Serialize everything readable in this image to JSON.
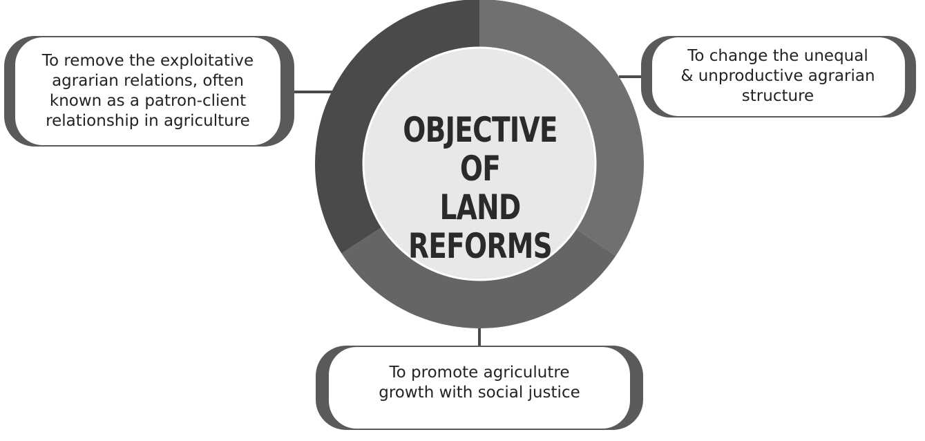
{
  "diagram": {
    "center": {
      "title_lines": [
        "OBJECTIVE OF",
        "LAND REFORMS"
      ]
    },
    "objectives": {
      "left": {
        "lines": [
          "To remove the exploitative",
          "agrarian relations, often",
          "known as a patron-client",
          "relationship in agriculture"
        ]
      },
      "right": {
        "lines": [
          "To change the unequal",
          "& unproductive agrarian",
          "structure"
        ]
      },
      "bottom": {
        "lines": [
          "To promote agriculutre",
          "growth with social justice"
        ]
      }
    },
    "colors": {
      "ring_dark": "#4a4a4c",
      "ring_mid": "#656567",
      "ring_light": "#707072",
      "inner_fill": "#e7e8ea",
      "box_border": "#5a5a5c",
      "box_fill": "#ffffff",
      "connector": "#4a4a4c"
    }
  }
}
